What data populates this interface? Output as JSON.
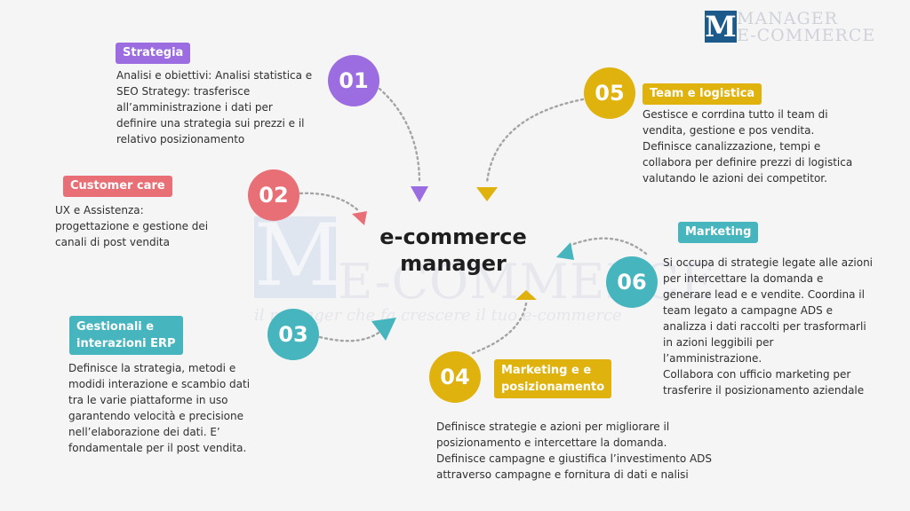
{
  "logo": {
    "letter": "M",
    "line1": "MANAGER",
    "line2": "E-COMMERCE"
  },
  "watermark": {
    "letter": "M",
    "text": "E-COMMERCE",
    "tagline": "il manager che fa crescere il tuo e-commerce"
  },
  "center": {
    "line1": "e-commerce",
    "line2": "manager"
  },
  "colors": {
    "purple": "#9b6de0",
    "coral": "#e86f76",
    "teal": "#47b5be",
    "gold": "#e0b20d"
  },
  "items": [
    {
      "number": "01",
      "label": "Strategia",
      "description": [
        "Analisi e obiettivi: Analisi statistica e",
        "SEO Strategy: trasferisce",
        "all’amministrazione i dati per",
        "definire una strategia sui prezzi e il",
        "relativo posizionamento"
      ]
    },
    {
      "number": "02",
      "label": "Customer care",
      "description": [
        "UX e Assistenza:",
        "progettazione e gestione dei",
        "canali di post vendita"
      ]
    },
    {
      "number": "03",
      "label": [
        "Gestionali e",
        "interazioni ERP"
      ],
      "description": [
        "Definisce la strategia, metodi e",
        "modidi interazione e scambio dati",
        "tra le varie piattaforme in uso",
        "garantendo velocità e precisione",
        "nell’elaborazione dei dati. E’",
        "fondamentale per il post vendita."
      ]
    },
    {
      "number": "04",
      "label": [
        "Marketing e e",
        "posizionamento"
      ],
      "description": [
        "Definisce strategie e azioni per migliorare il",
        "posizionamento e intercettare la domanda.",
        "Definisce campagne e giustifica l’investimento ADS",
        "attraverso campagne e fornitura di dati e nalisi"
      ]
    },
    {
      "number": "05",
      "label": "Team e logistica",
      "description": [
        "Gestisce e corrdina tutto il team di",
        "vendita, gestione e pos vendita.",
        "Definisce canalizzazione, tempi  e",
        "collabora per definire prezzi di logistica",
        "valutando le azioni dei competitor."
      ]
    },
    {
      "number": "06",
      "label": "Marketing",
      "description": [
        "Si occupa di strategie legate alle azioni",
        "per intercettare la domanda e",
        "generare lead e e vendite. Coordina il",
        "team legato a campagne ADS e",
        "analizza i dati raccolti per trasformarli",
        "in azioni leggibili per",
        "l’amministrazione.",
        "Collabora con ufficio marketing per",
        "trasferire il posizionamento aziendale"
      ]
    }
  ]
}
